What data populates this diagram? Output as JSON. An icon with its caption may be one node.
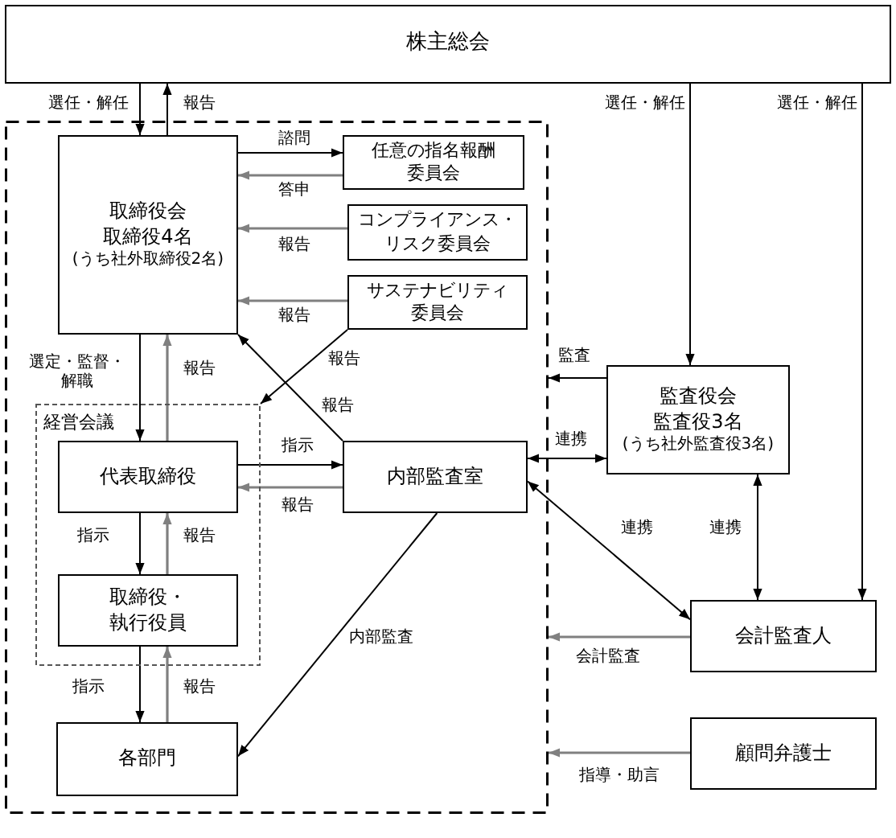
{
  "diagram": {
    "nodes": [
      {
        "text": [
          "株主総会"
        ]
      },
      {
        "text": [],
        "shape": "box"
      },
      {
        "text": [
          "取締役会",
          "取締役4名",
          "(うち社外取締役2名)"
        ],
        "in": 1
      },
      {
        "text": [
          "任意の指名報酬委員会"
        ],
        "in": 1
      },
      {
        "text": [
          "コンプライアンス・リスク委員会"
        ],
        "in": 1
      },
      {
        "text": [
          "サステナビリティ委員会"
        ],
        "in": 1
      },
      {
        "text": [
          "経営会議"
        ],
        "in": 1
      },
      {
        "text": [
          "代表取締役"
        ],
        "in": 6
      },
      {
        "text": [
          "取締役・執行役員"
        ],
        "in": 6
      },
      {
        "text": [
          "各部門"
        ],
        "in": 1
      },
      {
        "text": [
          "内部監査室"
        ],
        "in": 1
      },
      {
        "text": [
          "監査役会",
          "監査役3名",
          "(うち社外監査役3名)"
        ]
      },
      {
        "text": [
          "会計監査人"
        ]
      },
      {
        "text": [
          "顧問弁護士"
        ]
      }
    ],
    "edges": [
      {
        "from": 0,
        "to": 2,
        "arrow": "to",
        "label": "選任・解任"
      },
      {
        "from": 2,
        "to": 0,
        "arrow": "to",
        "label": "報告"
      },
      {
        "from": 0,
        "to": 11,
        "arrow": "to",
        "label": "選任・解任"
      },
      {
        "from": 0,
        "to": 12,
        "arrow": "to",
        "label": "選任・解任"
      },
      {
        "from": 2,
        "to": 3,
        "arrow": "to",
        "label": "諮問"
      },
      {
        "from": 3,
        "to": 2,
        "arrow": "to",
        "label": "答申",
        "color": "#808080"
      },
      {
        "from": 4,
        "to": 2,
        "arrow": "to",
        "label": "報告",
        "color": "#808080"
      },
      {
        "from": 5,
        "to": 2,
        "arrow": "to",
        "label": "報告",
        "color": "#808080"
      },
      {
        "from": 2,
        "to": 7,
        "arrow": "to",
        "label": "選定・監督・解職"
      },
      {
        "from": 7,
        "to": 2,
        "arrow": "to",
        "label": "報告",
        "color": "#808080"
      },
      {
        "from": 5,
        "to": 6,
        "arrow": "to",
        "label": "報告"
      },
      {
        "from": 10,
        "to": 2,
        "arrow": "to",
        "label": "報告"
      },
      {
        "from": 11,
        "to": 1,
        "arrow": "to",
        "label": "監査"
      },
      {
        "from": 7,
        "to": 10,
        "arrow": "to",
        "label": "指示"
      },
      {
        "from": 10,
        "to": 7,
        "arrow": "to",
        "label": "報告",
        "color": "#808080"
      },
      {
        "from": 11,
        "to": 10,
        "arrow": "both",
        "label": "連携"
      },
      {
        "from": 7,
        "to": 8,
        "arrow": "to",
        "label": "指示"
      },
      {
        "from": 8,
        "to": 7,
        "arrow": "to",
        "label": "報告",
        "color": "#808080"
      },
      {
        "from": 10,
        "to": 12,
        "arrow": "both",
        "label": "連携"
      },
      {
        "from": 11,
        "to": 12,
        "arrow": "both",
        "label": "連携"
      },
      {
        "from": 10,
        "to": 9,
        "arrow": "to",
        "label": "内部監査"
      },
      {
        "from": 8,
        "to": 9,
        "arrow": "to",
        "label": "指示"
      },
      {
        "from": 9,
        "to": 8,
        "arrow": "to",
        "label": "報告",
        "color": "#808080"
      },
      {
        "from": 12,
        "to": 1,
        "arrow": "to",
        "label": "会計監査",
        "color": "#808080"
      },
      {
        "from": 13,
        "to": 1,
        "arrow": "to",
        "label": "指導・助言",
        "color": "#808080"
      }
    ]
  }
}
